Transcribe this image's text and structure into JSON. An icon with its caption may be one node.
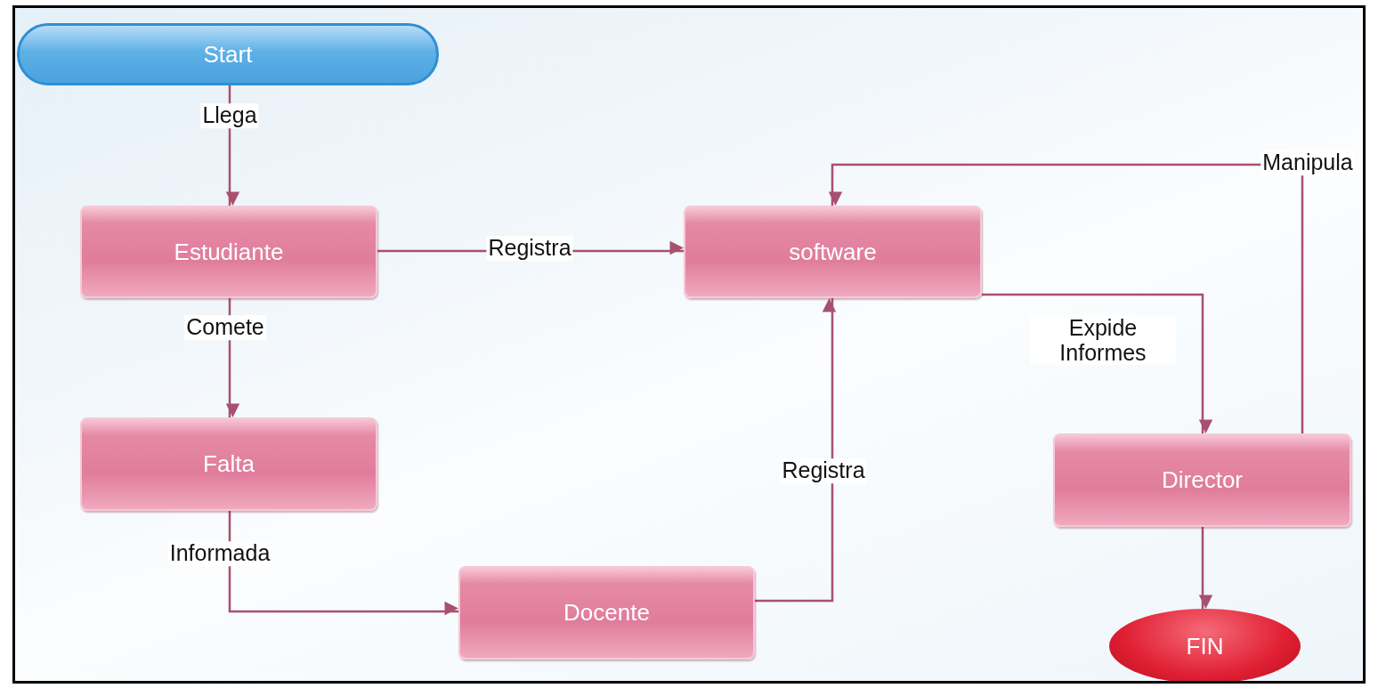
{
  "diagram": {
    "nodes": [
      {
        "text": [
          "Start"
        ]
      },
      {
        "text": [
          "Estudiante"
        ]
      },
      {
        "text": [
          "software"
        ]
      },
      {
        "text": [
          "Falta"
        ]
      },
      {
        "text": [
          "Docente"
        ]
      },
      {
        "text": [
          "Director"
        ]
      },
      {
        "text": [
          "FIN"
        ]
      }
    ],
    "edges": [
      {
        "from": 0,
        "to": 1,
        "arrow": "to",
        "label": "Llega"
      },
      {
        "from": 1,
        "to": 2,
        "arrow": "to",
        "label": "Registra"
      },
      {
        "from": 1,
        "to": 3,
        "arrow": "to",
        "label": "Comete"
      },
      {
        "from": 3,
        "to": 4,
        "arrow": "to",
        "label": "Informada"
      },
      {
        "from": 4,
        "to": 2,
        "arrow": "to",
        "label": "Registra"
      },
      {
        "from": 2,
        "to": 5,
        "arrow": "to",
        "label": "Expide Informes"
      },
      {
        "from": 5,
        "to": 2,
        "arrow": "to",
        "label": "Manipula"
      },
      {
        "from": 5,
        "to": 6,
        "arrow": "to"
      }
    ]
  }
}
